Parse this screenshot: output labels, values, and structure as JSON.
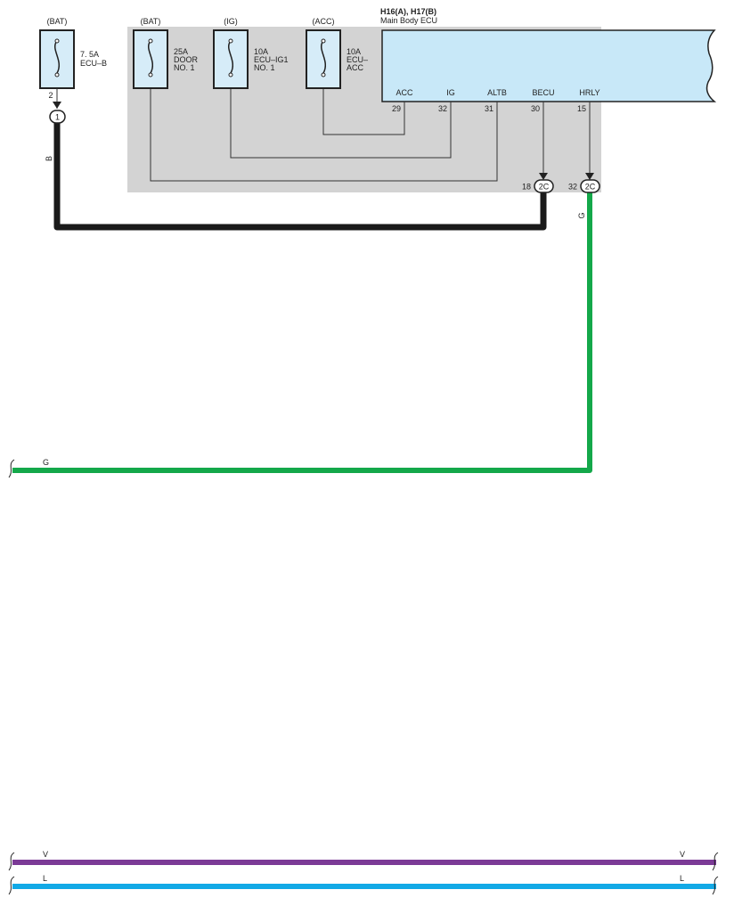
{
  "colors": {
    "junction_block": "#d3d3d3",
    "ecu_fill": "#c8e8f8",
    "fuse_fill": "#d6ecf8",
    "wire_B": "#1a1a1a",
    "wire_G": "#14a84a",
    "wire_V": "#7b3a96",
    "wire_L": "#12a9e6"
  },
  "ecu": {
    "title": "H16(A), H17(B)",
    "subtitle": "Main Body ECU",
    "pins": [
      {
        "name": "ACC",
        "number": "29"
      },
      {
        "name": "IG",
        "number": "32"
      },
      {
        "name": "ALTB",
        "number": "31"
      },
      {
        "name": "BECU",
        "number": "30"
      },
      {
        "name": "HRLY",
        "number": "15"
      }
    ]
  },
  "fuses": [
    {
      "source": "(BAT)",
      "rating": "7. 5A",
      "name1": "ECU–B",
      "name2": ""
    },
    {
      "source": "(BAT)",
      "rating": "25A",
      "name1": "DOOR",
      "name2": "NO. 1"
    },
    {
      "source": "(IG)",
      "rating": "10A",
      "name1": "ECU–IG1",
      "name2": "NO. 1"
    },
    {
      "source": "(ACC)",
      "rating": "10A",
      "name1": "ECU–",
      "name2": "ACC"
    }
  ],
  "fuse_pin": "2",
  "connectors": {
    "c1": {
      "label": "1"
    },
    "c2a": {
      "label": "2C",
      "pin": "18"
    },
    "c2b": {
      "label": "2C",
      "pin": "32"
    }
  },
  "wire_labels": {
    "b_vertical": "B",
    "g_vertical": "G",
    "g_horizontal": "G",
    "v_left": "V",
    "v_right": "V",
    "l_left": "L",
    "l_right": "L"
  }
}
